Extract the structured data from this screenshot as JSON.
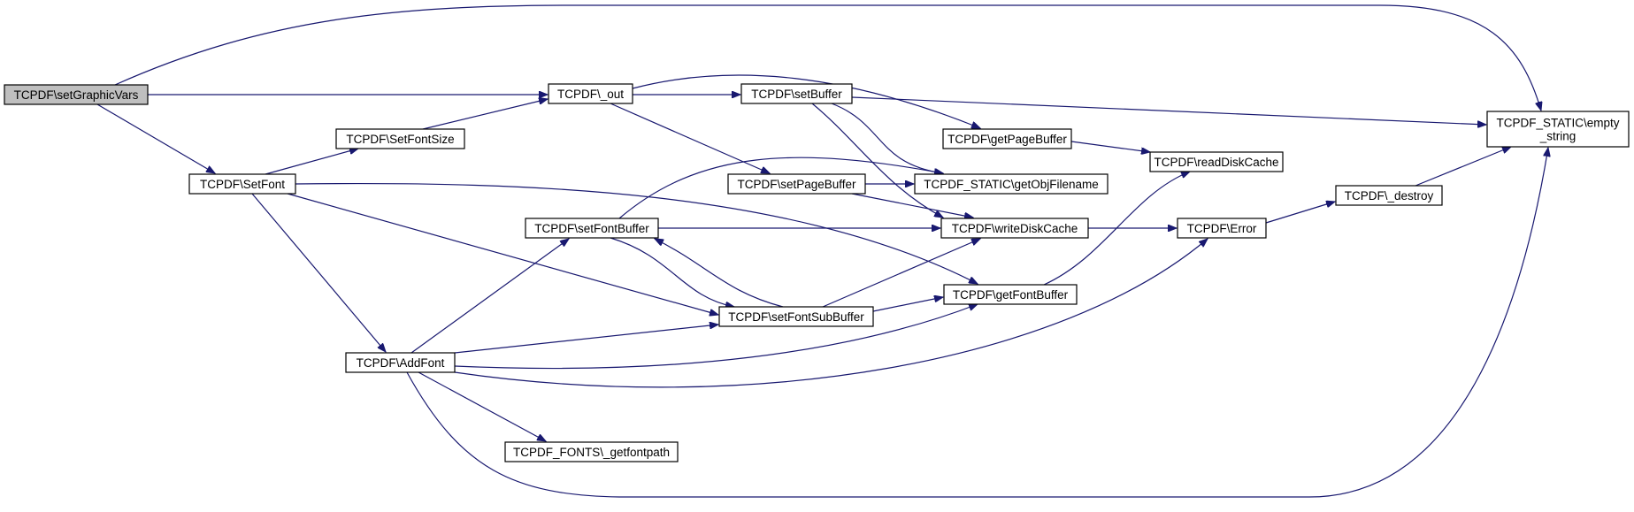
{
  "graph": {
    "nodes": [
      {
        "id": "setGraphicVars",
        "lines": [
          "TCPDF\\setGraphicVars"
        ],
        "root": true
      },
      {
        "id": "SetFont",
        "lines": [
          "TCPDF\\SetFont"
        ]
      },
      {
        "id": "SetFontSize",
        "lines": [
          "TCPDF\\SetFontSize"
        ]
      },
      {
        "id": "out",
        "lines": [
          "TCPDF\\_out"
        ]
      },
      {
        "id": "setBuffer",
        "lines": [
          "TCPDF\\setBuffer"
        ]
      },
      {
        "id": "getPageBuffer",
        "lines": [
          "TCPDF\\getPageBuffer"
        ]
      },
      {
        "id": "setPageBuffer",
        "lines": [
          "TCPDF\\setPageBuffer"
        ]
      },
      {
        "id": "getObjFilename",
        "lines": [
          "TCPDF_STATIC\\getObjFilename"
        ]
      },
      {
        "id": "setFontBuffer",
        "lines": [
          "TCPDF\\setFontBuffer"
        ]
      },
      {
        "id": "writeDiskCache",
        "lines": [
          "TCPDF\\writeDiskCache"
        ]
      },
      {
        "id": "readDiskCache",
        "lines": [
          "TCPDF\\readDiskCache"
        ]
      },
      {
        "id": "empty_string",
        "lines": [
          "TCPDF_STATIC\\empty",
          "_string"
        ]
      },
      {
        "id": "destroy",
        "lines": [
          "TCPDF\\_destroy"
        ]
      },
      {
        "id": "Error",
        "lines": [
          "TCPDF\\Error"
        ]
      },
      {
        "id": "setFontSubBuffer",
        "lines": [
          "TCPDF\\setFontSubBuffer"
        ]
      },
      {
        "id": "getFontBuffer",
        "lines": [
          "TCPDF\\getFontBuffer"
        ]
      },
      {
        "id": "AddFont",
        "lines": [
          "TCPDF\\AddFont"
        ]
      },
      {
        "id": "getfontpath",
        "lines": [
          "TCPDF_FONTS\\_getfontpath"
        ]
      }
    ],
    "edges": [
      {
        "from": "setGraphicVars",
        "to": "empty_string"
      },
      {
        "from": "setGraphicVars",
        "to": "out"
      },
      {
        "from": "setGraphicVars",
        "to": "SetFont"
      },
      {
        "from": "SetFont",
        "to": "SetFontSize"
      },
      {
        "from": "SetFontSize",
        "to": "out"
      },
      {
        "from": "out",
        "to": "setBuffer"
      },
      {
        "from": "out",
        "to": "getPageBuffer"
      },
      {
        "from": "out",
        "to": "setPageBuffer"
      },
      {
        "from": "setBuffer",
        "to": "empty_string"
      },
      {
        "from": "setBuffer",
        "to": "getObjFilename"
      },
      {
        "from": "setBuffer",
        "to": "writeDiskCache"
      },
      {
        "from": "getPageBuffer",
        "to": "readDiskCache"
      },
      {
        "from": "setPageBuffer",
        "to": "getObjFilename"
      },
      {
        "from": "setPageBuffer",
        "to": "writeDiskCache"
      },
      {
        "from": "setFontBuffer",
        "to": "getObjFilename"
      },
      {
        "from": "setFontBuffer",
        "to": "writeDiskCache"
      },
      {
        "from": "setFontBuffer",
        "to": "setFontSubBuffer"
      },
      {
        "from": "setFontSubBuffer",
        "to": "setFontBuffer"
      },
      {
        "from": "setFontSubBuffer",
        "to": "writeDiskCache"
      },
      {
        "from": "setFontSubBuffer",
        "to": "getFontBuffer"
      },
      {
        "from": "writeDiskCache",
        "to": "Error"
      },
      {
        "from": "getFontBuffer",
        "to": "readDiskCache"
      },
      {
        "from": "Error",
        "to": "destroy"
      },
      {
        "from": "destroy",
        "to": "empty_string"
      },
      {
        "from": "SetFont",
        "to": "getFontBuffer"
      },
      {
        "from": "SetFont",
        "to": "setFontSubBuffer"
      },
      {
        "from": "SetFont",
        "to": "AddFont"
      },
      {
        "from": "AddFont",
        "to": "setFontBuffer"
      },
      {
        "from": "AddFont",
        "to": "setFontSubBuffer"
      },
      {
        "from": "AddFont",
        "to": "getFontBuffer"
      },
      {
        "from": "AddFont",
        "to": "Error"
      },
      {
        "from": "AddFont",
        "to": "getfontpath"
      },
      {
        "from": "AddFont",
        "to": "empty_string"
      }
    ]
  },
  "colors": {
    "edge": "#191970",
    "root_fill": "#bfbfbf",
    "node_fill": "#ffffff",
    "node_border": "#000000"
  }
}
